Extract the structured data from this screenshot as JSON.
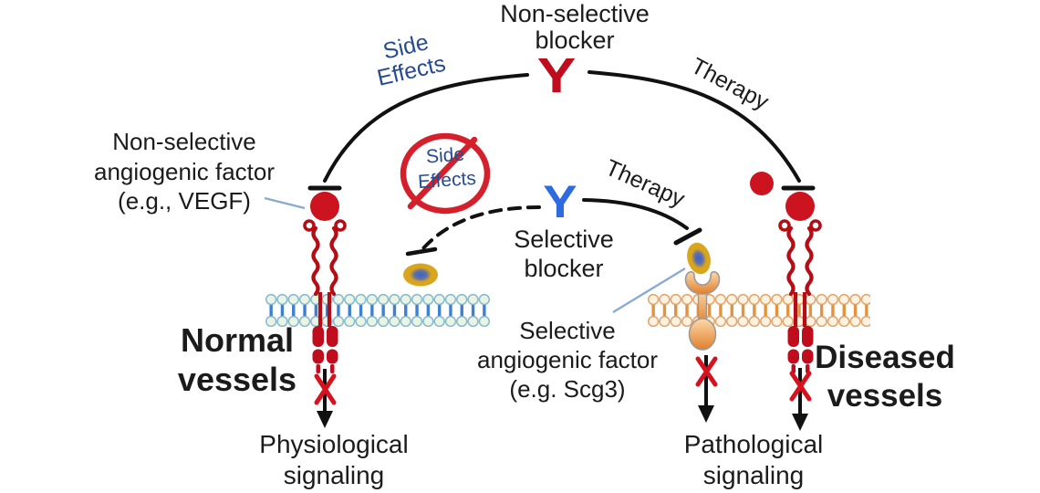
{
  "labels": {
    "nonselective_blocker": [
      "Non-selective",
      "blocker"
    ],
    "side_effects_arc": [
      "Side",
      "Effects"
    ],
    "therapy_right": "Therapy",
    "therapy_center": "Therapy",
    "nonselective_factor": [
      "Non-selective",
      "angiogenic factor",
      "(e.g., VEGF)"
    ],
    "no_side_effects": [
      "Side",
      "Effects"
    ],
    "selective_blocker": [
      "Selective",
      "blocker"
    ],
    "selective_factor": [
      "Selective",
      "angiogenic factor",
      "(e.g. Scg3)"
    ],
    "normal_vessels": [
      "Normal",
      "vessels"
    ],
    "diseased_vessels": [
      "Diseased",
      "vessels"
    ],
    "physiological_signaling": [
      "Physiological",
      "signaling"
    ],
    "pathological_signaling": [
      "Pathological",
      "signaling"
    ]
  },
  "symbols": {
    "nonselective_blocker_y": "Y",
    "selective_blocker_y": "Y"
  },
  "colors": {
    "nonselective_blocker_y": "#c00d1e",
    "selective_blocker_y": "#2e6be0",
    "vegf_ligand": "#cc1420",
    "scg3_body": "#d9a51d",
    "scg3_core": "#3a5fd0",
    "prohibition_sign": "#d5202c",
    "blue_label_text": "#274b8f",
    "receptor_red": "#b50d16",
    "receptor_orange": "#ef9a4e",
    "membrane_normal_head": "#e9f4e4",
    "membrane_normal_tail": "#3d7fd2",
    "membrane_diseased_head": "#fcf2e2",
    "membrane_diseased_tail": "#e2933f",
    "cross_red": "#d5121e",
    "arc_black": "#111111",
    "pointer_line_blue": "#88a9d2"
  }
}
